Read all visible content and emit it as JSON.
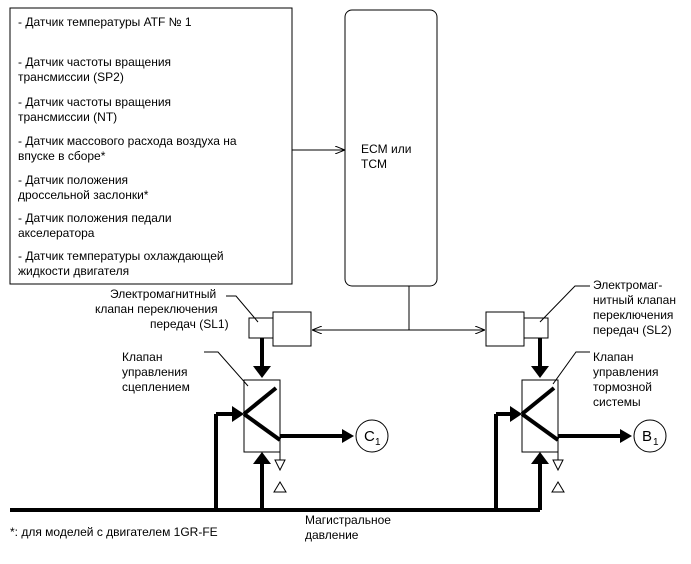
{
  "sensors": {
    "items": [
      [
        "- Датчик температуры ATF № 1"
      ],
      [
        "- Датчик частоты вращения",
        "трансмиссии (SP2)"
      ],
      [
        "- Датчик частоты вращения",
        "трансмиссии (NT)"
      ],
      [
        "- Датчик массового расхода воздуха на",
        "впуске в сборе*"
      ],
      [
        "- Датчик положения",
        "дроссельной заслонки*"
      ],
      [
        "- Датчик положения педали",
        "акселератора"
      ],
      [
        "- Датчик температуры охлаждающей",
        "жидкости двигателя"
      ]
    ]
  },
  "ecu": {
    "lines": [
      "ECM или",
      "TCM"
    ]
  },
  "solenoid_sl1": {
    "lines": [
      "Электромагнитный",
      "клапан переключения",
      "передач (SL1)"
    ]
  },
  "solenoid_sl2": {
    "lines": [
      "Электромаг-",
      "нитный клапан",
      "переключения",
      "передач (SL2)"
    ]
  },
  "clutch_valve": {
    "lines": [
      "Клапан",
      "управления",
      "сцеплением"
    ]
  },
  "brake_valve": {
    "lines": [
      "Клапан",
      "управления",
      "тормозной",
      "системы"
    ]
  },
  "output_c1": {
    "letter": "C",
    "sub": "1"
  },
  "output_b1": {
    "letter": "B",
    "sub": "1"
  },
  "line_pressure": {
    "lines": [
      "Магистральное",
      "давление"
    ]
  },
  "footnote": "*: для моделей с двигателем 1GR-FE"
}
